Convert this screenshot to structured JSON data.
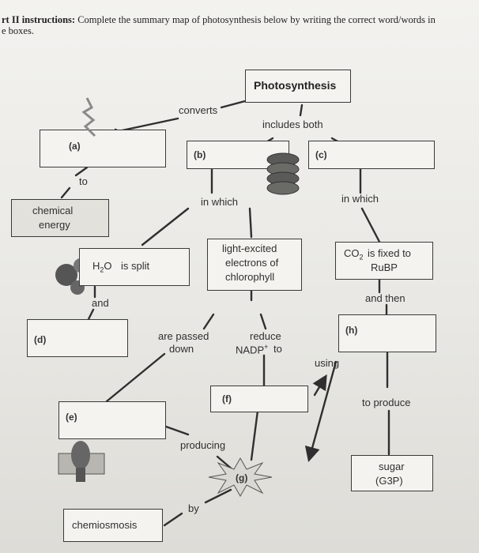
{
  "instructions": {
    "lead": "rt II instructions:",
    "text": "Complete the summary map of photosynthesis below by writing the correct word/words in",
    "line2": "e boxes."
  },
  "map": {
    "title": "Photosynthesis",
    "converts": "converts",
    "includes_both": "includes both",
    "to": "to",
    "chemical_energy": [
      "chemical",
      "energy"
    ],
    "in_which_left": "in which",
    "in_which_right": "in which",
    "h2o_split": "is split",
    "light_excited": [
      "light-excited",
      "electrons of",
      "chlorophyll"
    ],
    "co2_fixed": [
      "is fixed to",
      "RuBP"
    ],
    "and": "and",
    "and_then": "and then",
    "are_passed_down": [
      "are passed",
      "down"
    ],
    "reduce_nadp": [
      "reduce",
      "to"
    ],
    "using": "using",
    "to_produce": "to produce",
    "producing": "producing",
    "sugar": [
      "sugar",
      "(G3P)"
    ],
    "by": "by",
    "chemiosmosis": "chemiosmosis",
    "blanks": {
      "a": "(a)",
      "b": "(b)",
      "c": "(c)",
      "d": "(d)",
      "e": "(e)",
      "f": "(f)",
      "g": "(g)",
      "h": "(h)"
    }
  }
}
